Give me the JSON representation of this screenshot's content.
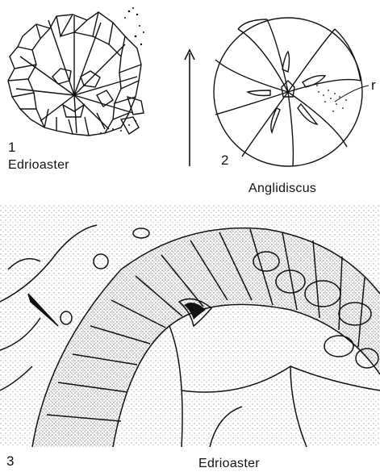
{
  "figures": [
    {
      "number": "1",
      "caption": "Edrioaster"
    },
    {
      "number": "2",
      "caption": "Anglidiscus",
      "annotation": "r"
    },
    {
      "number": "3",
      "caption": "Edrioaster"
    }
  ],
  "colors": {
    "ink": "#111111",
    "paper": "#ffffff"
  }
}
